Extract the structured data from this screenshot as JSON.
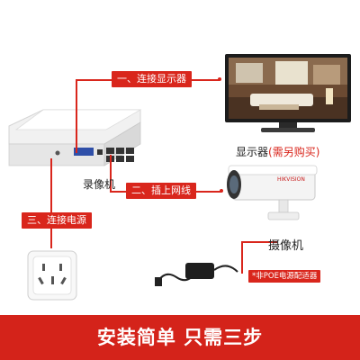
{
  "steps": {
    "display_label": "一、连接显示器",
    "network_label": "二、插上网线",
    "power_label": "三、连接电源"
  },
  "captions": {
    "recorder": "录像机",
    "monitor": "显示器",
    "monitor_note": "(需另购买)",
    "camera": "摄像机",
    "poe_note": "*非POE电源配适器"
  },
  "camera_brand": "HIKVISION",
  "banner": "安装简单 只需三步",
  "colors": {
    "accent": "#d9261c",
    "banner": "#d4231a"
  }
}
